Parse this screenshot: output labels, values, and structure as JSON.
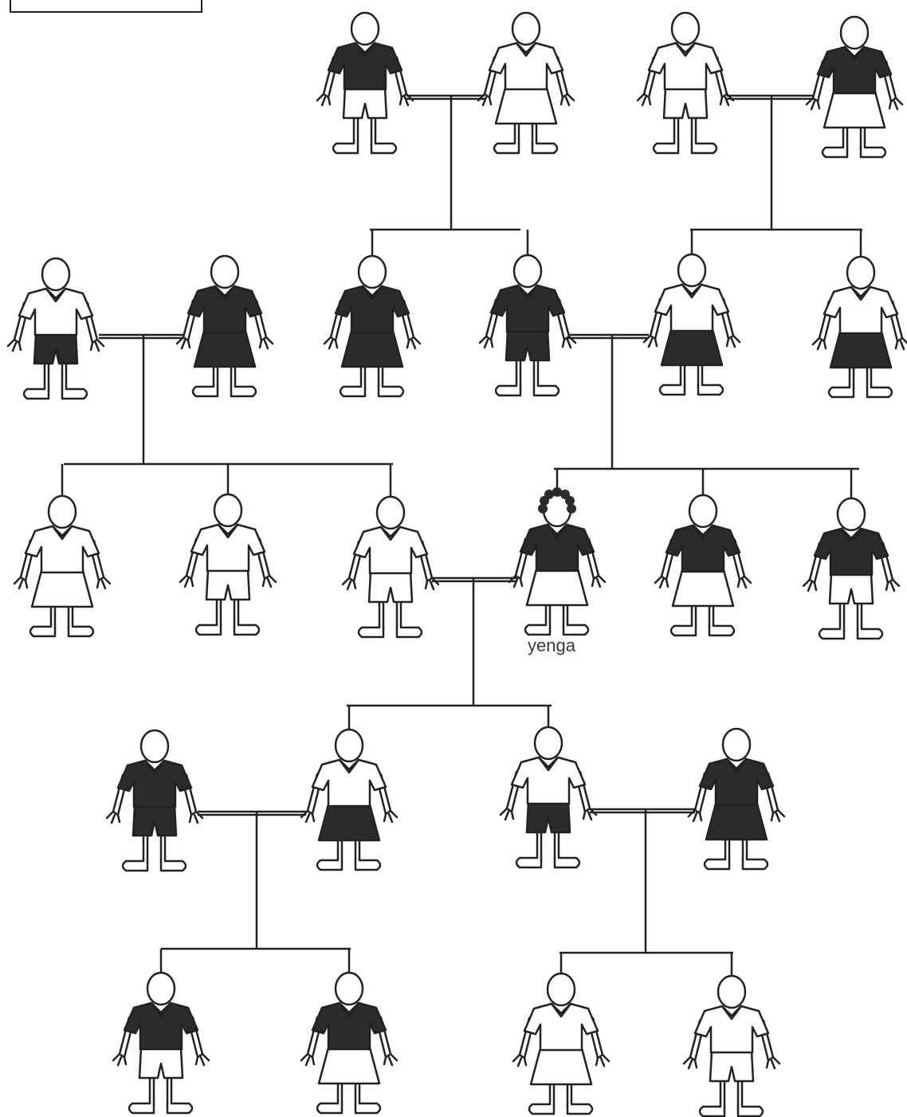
{
  "diagram": {
    "label_text": "yenga",
    "colors": {
      "dark": "#2b2b2b",
      "light": "#ffffff",
      "line": "#222222",
      "label": "#3a3a3a"
    },
    "people": [
      {
        "id": "g1a",
        "gender": "male",
        "top": "dark",
        "bottom": "light"
      },
      {
        "id": "g1b",
        "gender": "female",
        "top": "light",
        "bottom": "light"
      },
      {
        "id": "g1c",
        "gender": "male",
        "top": "light",
        "bottom": "light"
      },
      {
        "id": "g1d",
        "gender": "female",
        "top": "dark",
        "bottom": "light"
      },
      {
        "id": "g2a",
        "gender": "male",
        "top": "light",
        "bottom": "dark"
      },
      {
        "id": "g2b",
        "gender": "female",
        "top": "dark",
        "bottom": "dark"
      },
      {
        "id": "g2c",
        "gender": "female",
        "top": "dark",
        "bottom": "dark"
      },
      {
        "id": "g2d",
        "gender": "male",
        "top": "dark",
        "bottom": "dark"
      },
      {
        "id": "g2e",
        "gender": "female",
        "top": "light",
        "bottom": "dark"
      },
      {
        "id": "g2f",
        "gender": "female",
        "top": "light",
        "bottom": "dark"
      },
      {
        "id": "g3a",
        "gender": "female",
        "top": "light",
        "bottom": "light"
      },
      {
        "id": "g3b",
        "gender": "male",
        "top": "light",
        "bottom": "light"
      },
      {
        "id": "g3c",
        "gender": "male",
        "top": "light",
        "bottom": "light"
      },
      {
        "id": "g3d",
        "gender": "female",
        "top": "dark",
        "bottom": "light",
        "ego": true
      },
      {
        "id": "g3e",
        "gender": "female",
        "top": "dark",
        "bottom": "light"
      },
      {
        "id": "g3f",
        "gender": "male",
        "top": "dark",
        "bottom": "light"
      },
      {
        "id": "g4a",
        "gender": "male",
        "top": "dark",
        "bottom": "dark"
      },
      {
        "id": "g4b",
        "gender": "female",
        "top": "light",
        "bottom": "dark"
      },
      {
        "id": "g4c",
        "gender": "male",
        "top": "light",
        "bottom": "dark"
      },
      {
        "id": "g4d",
        "gender": "female",
        "top": "dark",
        "bottom": "dark"
      },
      {
        "id": "g5a",
        "gender": "male",
        "top": "dark",
        "bottom": "light"
      },
      {
        "id": "g5b",
        "gender": "female",
        "top": "dark",
        "bottom": "light"
      },
      {
        "id": "g5c",
        "gender": "female",
        "top": "light",
        "bottom": "light"
      },
      {
        "id": "g5d",
        "gender": "male",
        "top": "light",
        "bottom": "light"
      }
    ],
    "couples": [
      {
        "id": "c1",
        "partners": [
          "g1a",
          "g1b"
        ],
        "children": [
          "g2c",
          "g2d"
        ]
      },
      {
        "id": "c2",
        "partners": [
          "g1c",
          "g1d"
        ],
        "children": [
          "g2e",
          "g2f"
        ]
      },
      {
        "id": "c3",
        "partners": [
          "g2a",
          "g2b"
        ],
        "children": [
          "g3a",
          "g3b",
          "g3c"
        ]
      },
      {
        "id": "c4",
        "partners": [
          "g2d",
          "g2e"
        ],
        "children": [
          "g3d",
          "g3e",
          "g3f"
        ]
      },
      {
        "id": "c5",
        "partners": [
          "g3c",
          "g3d"
        ],
        "children": [
          "g4b",
          "g4c"
        ]
      },
      {
        "id": "c6",
        "partners": [
          "g4a",
          "g4b"
        ],
        "children": [
          "g5a",
          "g5b"
        ]
      },
      {
        "id": "c7",
        "partners": [
          "g4c",
          "g4d"
        ],
        "children": [
          "g5c",
          "g5d"
        ]
      }
    ]
  }
}
